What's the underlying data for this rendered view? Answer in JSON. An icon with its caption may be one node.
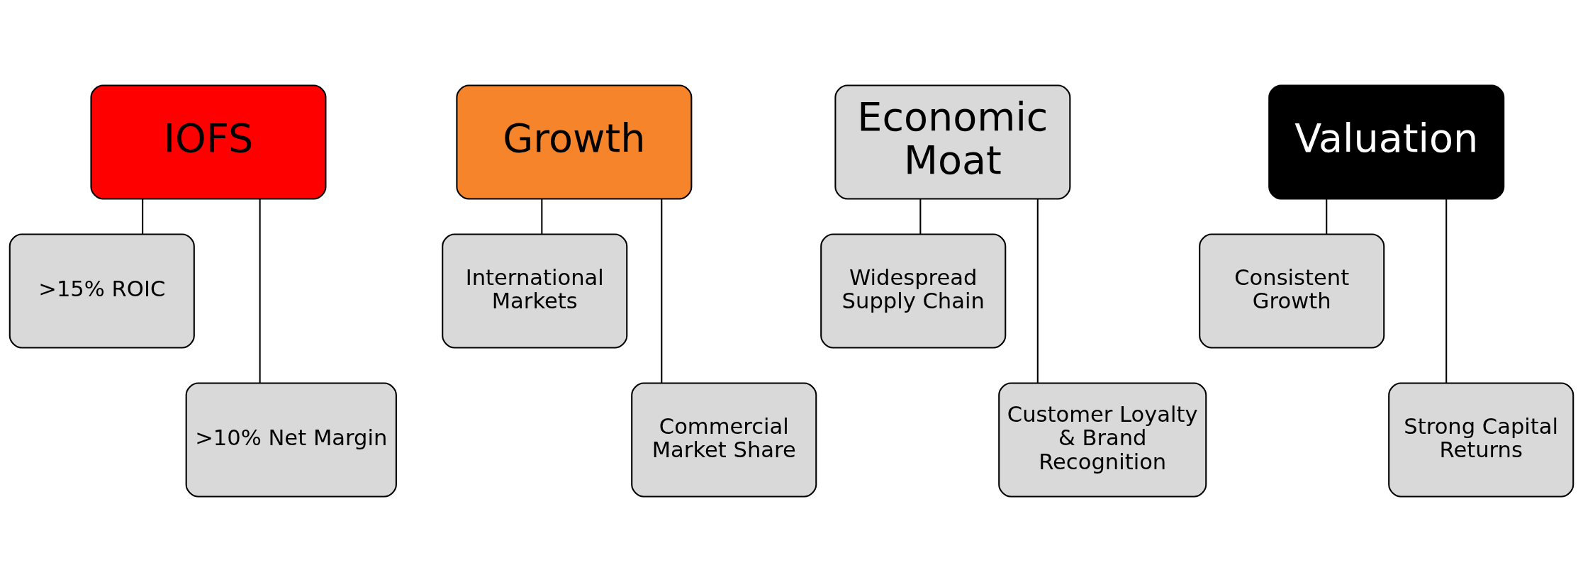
{
  "diagram": {
    "nodes": [
      {
        "text": [
          "IOFS"
        ]
      },
      {
        "text": [
          ">15% ROIC"
        ]
      },
      {
        "text": [
          ">10% Net Margin"
        ]
      },
      {
        "text": [
          "Growth"
        ]
      },
      {
        "text": [
          "International Markets"
        ]
      },
      {
        "text": [
          "Commercial Market Share"
        ]
      },
      {
        "text": [
          "Economic Moat"
        ]
      },
      {
        "text": [
          "Widespread Supply Chain"
        ]
      },
      {
        "text": [
          "Customer Loyalty & Brand Recognition"
        ]
      },
      {
        "text": [
          "Valuation"
        ]
      },
      {
        "text": [
          "Consistent Growth"
        ]
      },
      {
        "text": [
          "Strong Capital Returns"
        ]
      }
    ],
    "edges": [
      {
        "from": 0,
        "to": 1,
        "arrow": "none"
      },
      {
        "from": 0,
        "to": 2,
        "arrow": "none"
      },
      {
        "from": 3,
        "to": 4,
        "arrow": "none"
      },
      {
        "from": 3,
        "to": 5,
        "arrow": "none"
      },
      {
        "from": 6,
        "to": 7,
        "arrow": "none"
      },
      {
        "from": 6,
        "to": 8,
        "arrow": "none"
      },
      {
        "from": 9,
        "to": 10,
        "arrow": "none"
      },
      {
        "from": 9,
        "to": 11,
        "arrow": "none"
      }
    ]
  }
}
